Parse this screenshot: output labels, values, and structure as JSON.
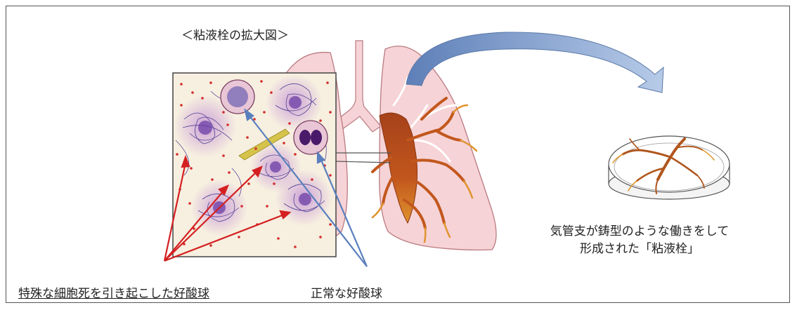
{
  "labels": {
    "zoom_title": "＜粘液栓の拡大図＞",
    "dead_eosinophil": "特殊な細胞死を引き起こした好酸球",
    "normal_eosinophil": "正常な好酸球",
    "cast_line1": "気管支が鋳型のような働きをして",
    "cast_line2": "形成された「粘液栓」"
  },
  "colors": {
    "frame_border": "#555555",
    "lung_fill": "#f6d3d6",
    "lung_stroke": "#b97a80",
    "zoom_bg": "#f7efe0",
    "mucus_plug": "#c2571d",
    "mucus_plug_dark": "#8a3410",
    "red_arrow": "#d42020",
    "blue_arrow": "#5a7fbd",
    "big_arrow_fill": "#8eaad6",
    "cell_purple": "#6b3fa6",
    "granule_red": "#d42a2a"
  }
}
